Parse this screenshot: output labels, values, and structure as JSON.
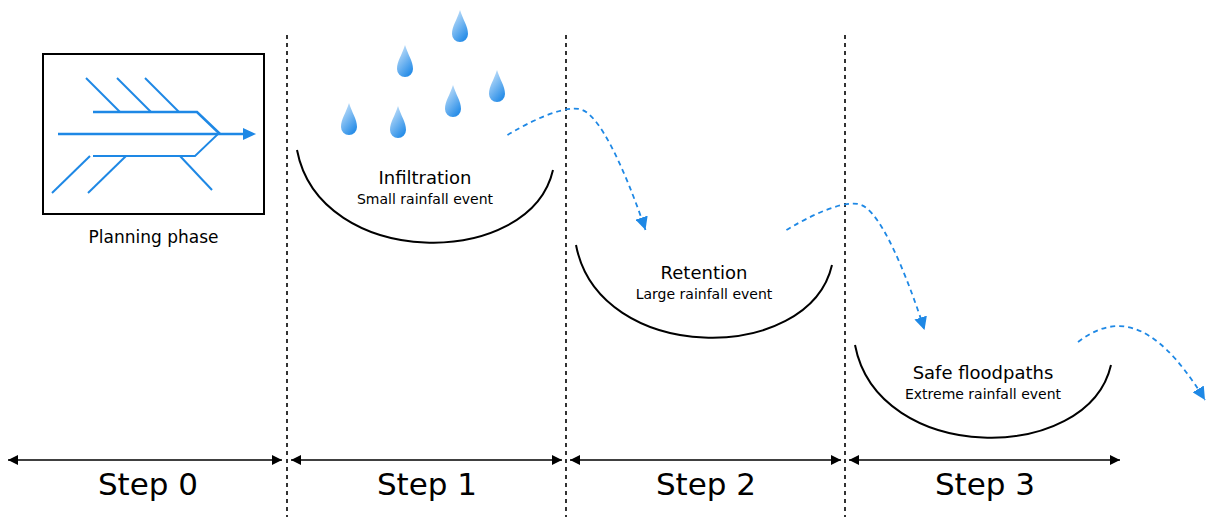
{
  "diagram": {
    "nodes": [
      {
        "text": [
          "Planning phase"
        ]
      },
      {
        "text": [
          "Infiltration",
          "Small rainfall event"
        ]
      },
      {
        "text": [
          "Retention",
          "Large rainfall event"
        ]
      },
      {
        "text": [
          "Safe floodpaths",
          "Extreme rainfall event"
        ]
      }
    ],
    "edges": [
      {
        "from": 1,
        "to": 2,
        "arrow": "to"
      },
      {
        "from": 2,
        "to": 3,
        "arrow": "to"
      }
    ],
    "labels": [
      "Step 0",
      "Step 1",
      "Step 2",
      "Step 3"
    ]
  }
}
